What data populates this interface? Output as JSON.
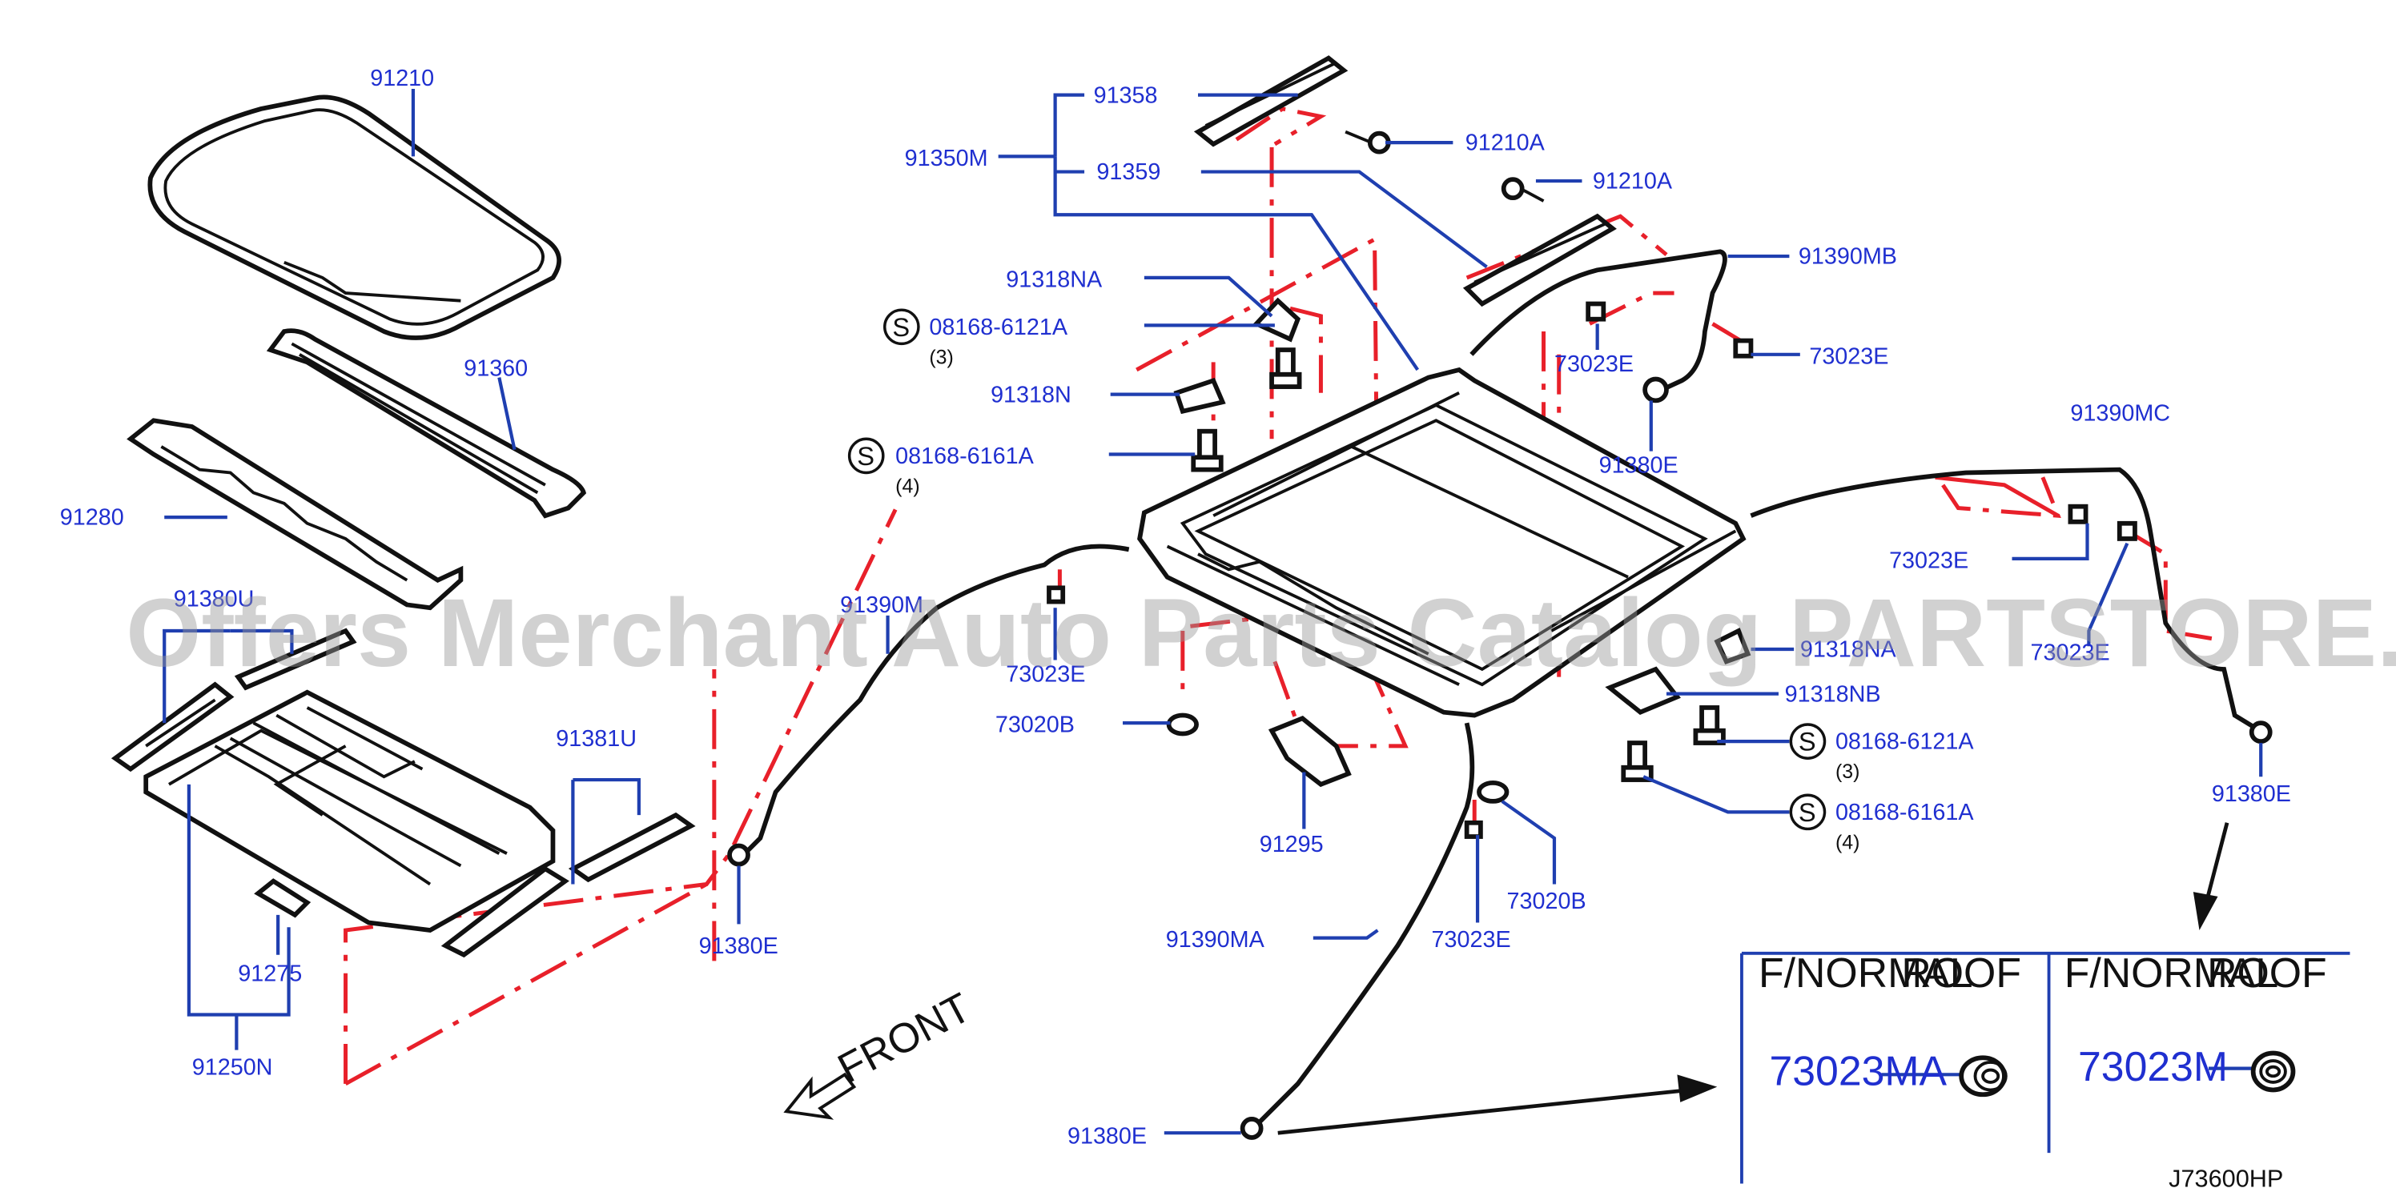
{
  "watermark": "Offers Merchant Auto Parts Catalog PARTSTORE.SA",
  "diagram_code": "J73600HP",
  "front_label": "FRONT",
  "screw_symbol": "S",
  "labels": {
    "p91210": "91210",
    "p91360": "91360",
    "p91280": "91280",
    "p91380U": "91380U",
    "p91381U": "91381U",
    "p91275": "91275",
    "p91250N": "91250N",
    "p91358": "91358",
    "p91350M": "91350M",
    "p91359": "91359",
    "p91210A_1": "91210A",
    "p91210A_2": "91210A",
    "p91390MB": "91390MB",
    "p73023E_1": "73023E",
    "p73023E_2": "73023E",
    "p91380E_1": "91380E",
    "p91318NA_1": "91318NA",
    "p08168_6121A_1": "08168-6121A",
    "qty3_1": "(3)",
    "p91318N": "91318N",
    "p08168_6161A_1": "08168-6161A",
    "qty4_1": "(4)",
    "p91390M": "91390M",
    "p73023E_3": "73023E",
    "p73020B_1": "73020B",
    "p91295": "91295",
    "p91390MC": "91390MC",
    "p73023E_4": "73023E",
    "p91318NA_2": "91318NA",
    "p73023E_5": "73023E",
    "p91318NB": "91318NB",
    "p08168_6121A_2": "08168-6121A",
    "qty3_2": "(3)",
    "p08168_6161A_2": "08168-6161A",
    "qty4_2": "(4)",
    "p91380E_2": "91380E",
    "p73020B_2": "73020B",
    "p73023E_6": "73023E",
    "p91390MA": "91390MA",
    "p91380E_3": "91380E",
    "p91380E_4": "91380E"
  },
  "inset": {
    "left": {
      "header_a": "F/NORMAL",
      "header_b": "ROOF",
      "part": "73023MA"
    },
    "right": {
      "header_a": "F/NORMAL",
      "header_b": "ROOF",
      "part": "73023M"
    }
  },
  "colors": {
    "label_blue": "#1f2fd0",
    "leader_blue": "#1f3fb0",
    "dash_red": "#e8202a",
    "part_black": "#111111"
  }
}
